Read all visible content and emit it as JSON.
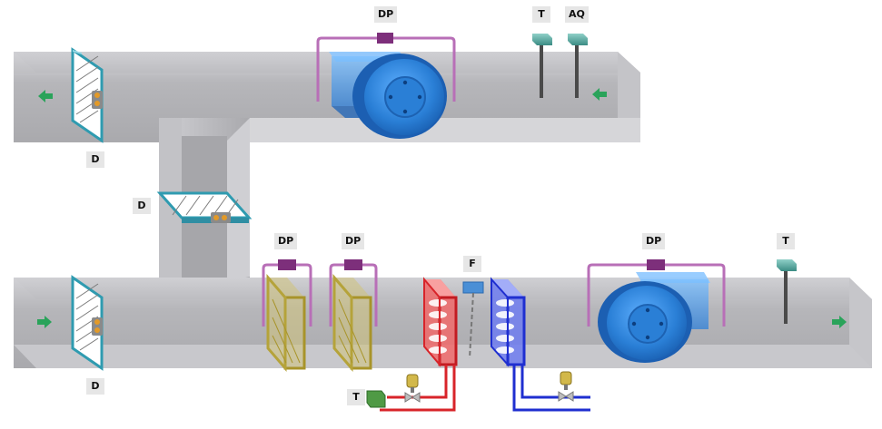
{
  "labels": {
    "exhaust_damper": "D",
    "mixing_damper": "D",
    "intake_damper": "D",
    "return_fan_dp": "DP",
    "return_temp": "T",
    "return_air_quality": "AQ",
    "filter1_dp": "DP",
    "filter2_dp": "DP",
    "frost": "F",
    "supply_fan_dp": "DP",
    "supply_temp": "T",
    "heating_valve_temp": "T"
  },
  "icons": {
    "damper": "damper-icon",
    "actuator": "damper-actuator-icon",
    "fan": "fan-icon",
    "filter": "filter-icon",
    "heating_coil": "heating-coil-icon",
    "cooling_coil": "cooling-coil-icon",
    "sensor": "sensor-icon",
    "pressure_sensor": "pressure-sensor-icon",
    "valve": "valve-icon",
    "arrow": "flow-arrow-icon"
  },
  "colors": {
    "duct": "#a9a9ad",
    "duct_light": "#d4d4d8",
    "fan": "#2b7fd8",
    "pressure_tube": "#b86fb7",
    "filter": "#b5a33a",
    "heating": "#d8242a",
    "cooling": "#1f2fd0",
    "damper": "#2f9bb0",
    "arrow": "#2aa35a",
    "sensor": "#4a9a94"
  }
}
